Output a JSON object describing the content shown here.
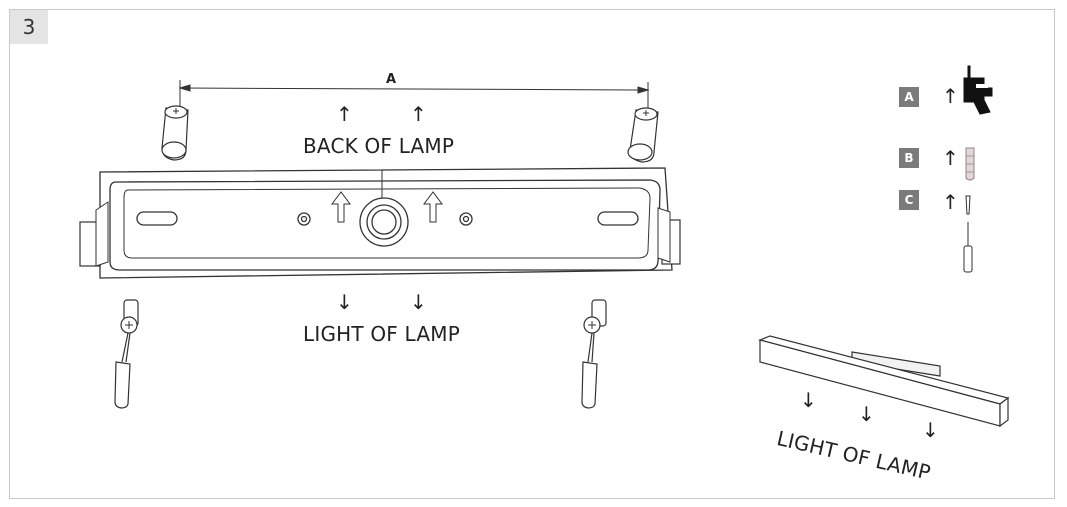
{
  "step_number": "3",
  "dimension_label": "A",
  "labels": {
    "back_of_lamp": "BACK OF LAMP",
    "light_of_lamp_top": "LIGHT OF LAMP",
    "light_of_lamp_side": "LIGHT OF LAMP"
  },
  "parts": [
    {
      "letter": "A",
      "icon": "drill-icon"
    },
    {
      "letter": "B",
      "icon": "wall-plug-icon"
    },
    {
      "letter": "C",
      "icon": "screw-screwdriver-icon"
    }
  ],
  "arrow_glyph_up": "↑",
  "arrow_glyph_down": "↓"
}
